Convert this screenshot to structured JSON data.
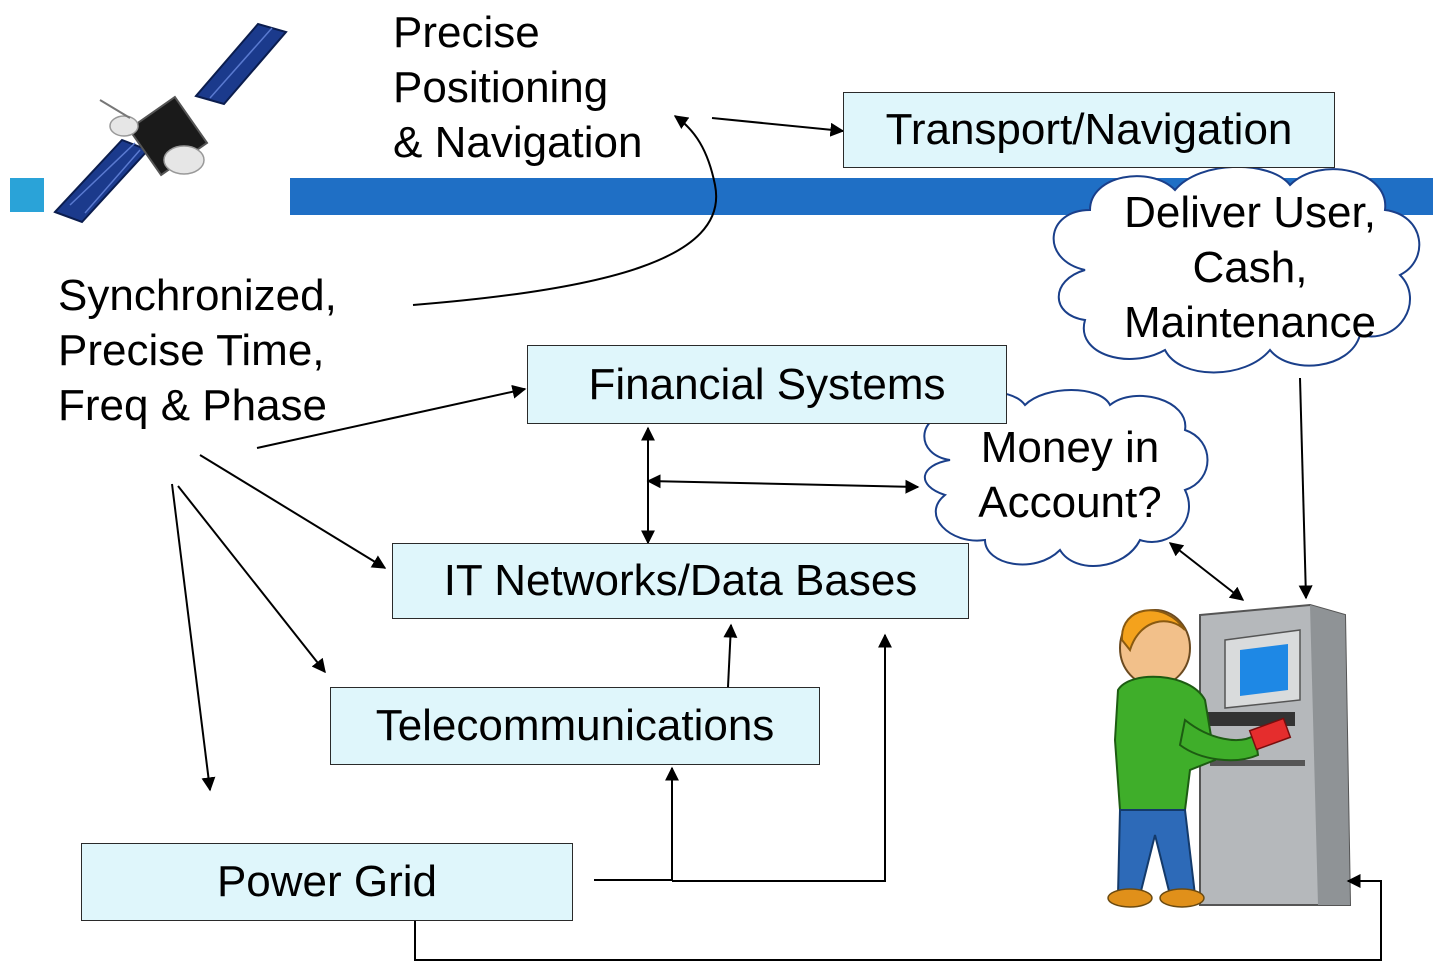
{
  "labels": {
    "precise_positioning": "Precise\nPositioning\n& Navigation",
    "synchronized": "Synchronized,\nPrecise Time,\nFreq & Phase"
  },
  "boxes": {
    "transport": "Transport/Navigation",
    "financial": "Financial Systems",
    "it_networks": "IT Networks/Data Bases",
    "telecom": "Telecommunications",
    "power_grid": "Power Grid"
  },
  "clouds": {
    "deliver": "Deliver User,\nCash,\nMaintenance",
    "money": "Money in\nAccount?"
  },
  "colors": {
    "box_fill": "#dff6fb",
    "band": "#1f6fc5",
    "bullet": "#2aa3d8"
  },
  "icons": {
    "satellite": "satellite-icon",
    "atm_user": "atm-user-illustration"
  }
}
